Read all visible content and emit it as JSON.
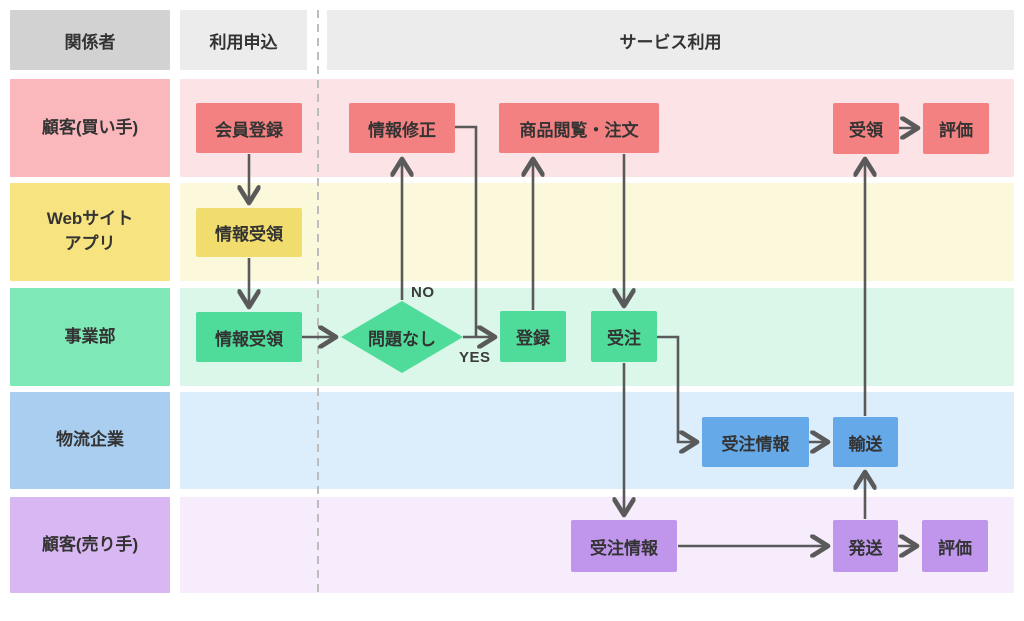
{
  "header": {
    "stakeholders_label": "関係者",
    "apply_phase_label": "利用申込",
    "service_phase_label": "サービス利用"
  },
  "lanes": [
    {
      "label": "顧客(買い手)"
    },
    {
      "label": "Webサイト\nアプリ"
    },
    {
      "label": "事業部"
    },
    {
      "label": "物流企業"
    },
    {
      "label": "顧客(売り手)"
    }
  ],
  "nodes": {
    "member_registration": "会員登録",
    "info_correction": "情報修正",
    "browse_order": "商品閲覧・注文",
    "receive_goods": "受領",
    "review_buyer": "評価",
    "info_receipt_web": "情報受領",
    "info_receipt_biz": "情報受領",
    "register": "登録",
    "order_received": "受注",
    "order_info_logistics": "受注情報",
    "transport": "輸送",
    "order_info_seller": "受注情報",
    "ship": "発送",
    "review_seller": "評価"
  },
  "decision": {
    "label": "問題なし",
    "no_label": "NO",
    "yes_label": "YES"
  },
  "edges": [
    {
      "from": "member_registration",
      "to": "info_receipt_web"
    },
    {
      "from": "info_receipt_web",
      "to": "info_receipt_biz"
    },
    {
      "from": "info_receipt_biz",
      "to": "decision"
    },
    {
      "from": "decision",
      "to": "info_correction",
      "branch": "NO"
    },
    {
      "from": "info_correction",
      "to": "decision_yes_line"
    },
    {
      "from": "decision",
      "to": "register",
      "branch": "YES"
    },
    {
      "from": "register",
      "to": "browse_order"
    },
    {
      "from": "browse_order",
      "to": "order_received"
    },
    {
      "from": "order_received",
      "to": "order_info_logistics"
    },
    {
      "from": "order_received",
      "to": "order_info_seller"
    },
    {
      "from": "order_info_logistics",
      "to": "transport"
    },
    {
      "from": "order_info_seller",
      "to": "ship"
    },
    {
      "from": "ship",
      "to": "transport"
    },
    {
      "from": "transport",
      "to": "receive_goods"
    },
    {
      "from": "receive_goods",
      "to": "review_buyer"
    },
    {
      "from": "ship",
      "to": "review_seller"
    }
  ],
  "colors": {
    "red_box": "#f48181",
    "pink_label": "#fab7bc",
    "pink_lane": "#fce3e6",
    "yellow_box": "#f1dd6e",
    "yellow_label": "#f7e380",
    "yellow_lane": "#fbf8db",
    "green_box": "#4fdc9a",
    "green_label": "#7ee8b6",
    "green_lane": "#dbf7ea",
    "blue_box": "#65a9e9",
    "blue_label": "#a9cef0",
    "blue_lane": "#dceefb",
    "purple_box": "#bf96ec",
    "purple_label": "#d9b7f3",
    "purple_lane": "#f6ecfc",
    "header_dark": "#d2d2d2",
    "header_light": "#ececec",
    "arrow": "#5a5a5a",
    "dashed_divider": "#bdbdbd",
    "text": "#333333"
  }
}
